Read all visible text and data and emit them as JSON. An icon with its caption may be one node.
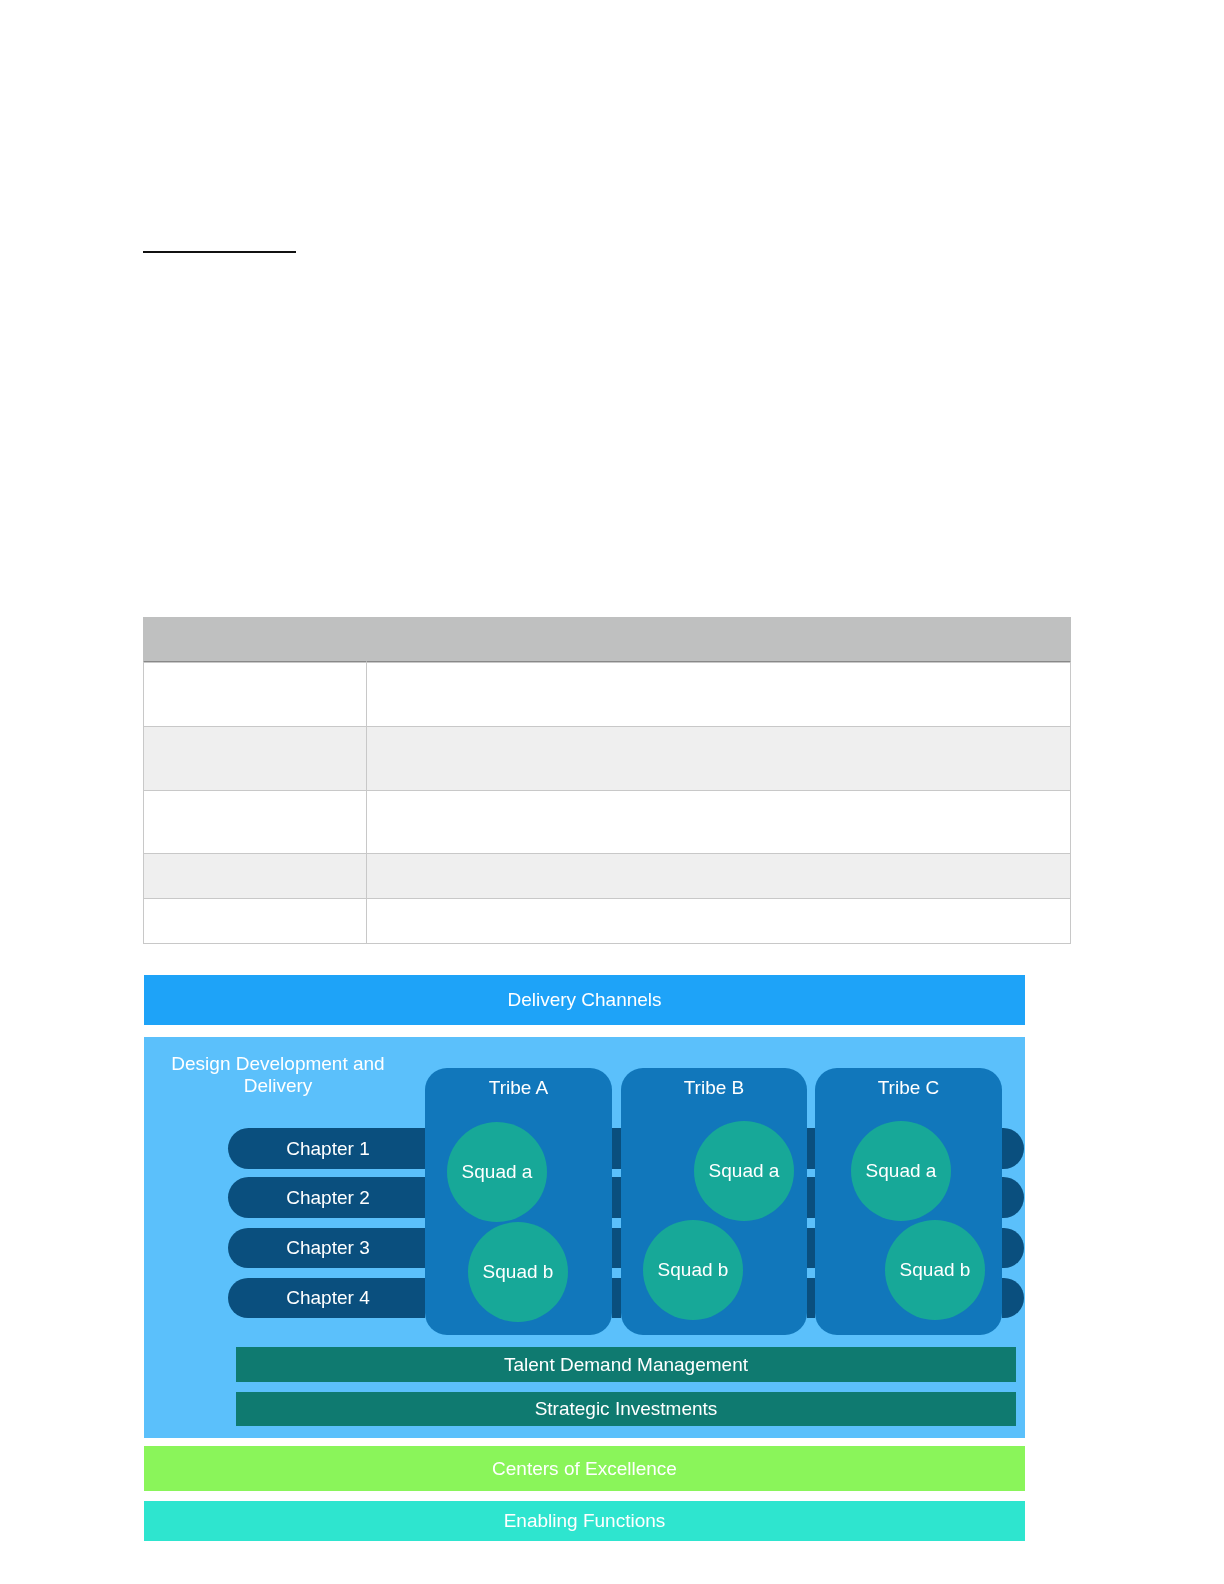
{
  "diagram": {
    "nodes": [
      {
        "text": [
          "Delivery Channels"
        ]
      },
      {
        "text": [
          "Design Development and Delivery"
        ]
      },
      {
        "text": [
          "Chapter 1"
        ],
        "in": 1
      },
      {
        "text": [
          "Chapter 2"
        ],
        "in": 1
      },
      {
        "text": [
          "Chapter 3"
        ],
        "in": 1
      },
      {
        "text": [
          "Chapter 4"
        ],
        "in": 1
      },
      {
        "text": [
          "Tribe A"
        ],
        "in": 1
      },
      {
        "text": [
          "Squad a"
        ],
        "in": 6
      },
      {
        "text": [
          "Squad b"
        ],
        "in": 6
      },
      {
        "text": [
          "Tribe B"
        ],
        "in": 1
      },
      {
        "text": [
          "Squad a"
        ],
        "in": 9
      },
      {
        "text": [
          "Squad b"
        ],
        "in": 9
      },
      {
        "text": [
          "Tribe C"
        ],
        "in": 1
      },
      {
        "text": [
          "Squad a"
        ],
        "in": 12
      },
      {
        "text": [
          "Squad b"
        ],
        "in": 12
      },
      {
        "text": [
          "Talent Demand Management"
        ],
        "in": 1
      },
      {
        "text": [
          "Strategic Investments"
        ],
        "in": 1
      },
      {
        "text": [
          "Centers of Excellence"
        ]
      },
      {
        "text": [
          "Enabling Functions"
        ]
      }
    ]
  }
}
